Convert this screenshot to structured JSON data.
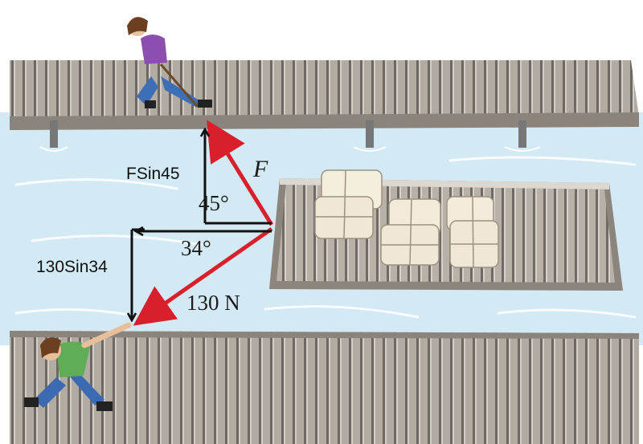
{
  "labels": {
    "force_f": "F",
    "angle_upper": "45°",
    "angle_lower": "34°",
    "force_130": "130 N",
    "component_f": "FSin45",
    "component_130": "130Sin34"
  },
  "colors": {
    "water": "#cfe6f2",
    "dock": "#a9a39a",
    "force_arrow": "#d8202c",
    "component_arrow": "#111111",
    "bale": "#f3ecda"
  }
}
